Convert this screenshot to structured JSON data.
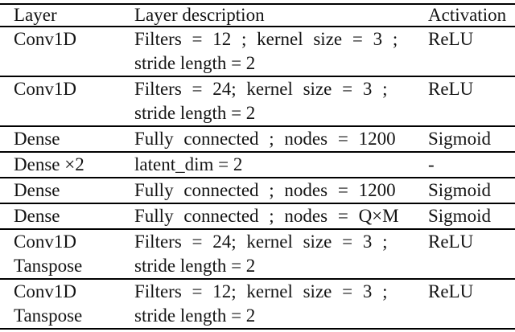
{
  "table": {
    "headers": {
      "layer": "Layer",
      "description": "Layer description",
      "activation": "Activation"
    },
    "rows": [
      {
        "layer_line1": "Conv1D",
        "desc_line1": "Filters = 12 ; kernel size = 3 ;",
        "desc_line2": "stride length = 2",
        "activation": "ReLU"
      },
      {
        "layer_line1": "Conv1D",
        "desc_line1": "Filters = 24; kernel size = 3 ;",
        "desc_line2": "stride length = 2",
        "activation": "ReLU"
      },
      {
        "layer_line1": "Dense",
        "desc_line1": "Fully connected ; nodes = 1200",
        "activation": "Sigmoid"
      },
      {
        "layer_line1": "Dense ×2",
        "desc_line1": "latent_dim = 2",
        "activation": "-"
      },
      {
        "layer_line1": "Dense",
        "desc_line1": "Fully connected ; nodes = 1200",
        "activation": "Sigmoid"
      },
      {
        "layer_line1": "Dense",
        "desc_line1": "Fully connected ; nodes = Q×M",
        "activation": "Sigmoid"
      },
      {
        "layer_line1": "Conv1D",
        "layer_line2": "Tanspose",
        "desc_line1": "Filters = 24; kernel size = 3 ;",
        "desc_line2": "stride length = 2",
        "activation": "ReLU"
      },
      {
        "layer_line1": "Conv1D",
        "layer_line2": "Tanspose",
        "desc_line1": "Filters = 12; kernel size = 3 ;",
        "desc_line2": "stride length = 2",
        "activation": "ReLU"
      }
    ]
  }
}
